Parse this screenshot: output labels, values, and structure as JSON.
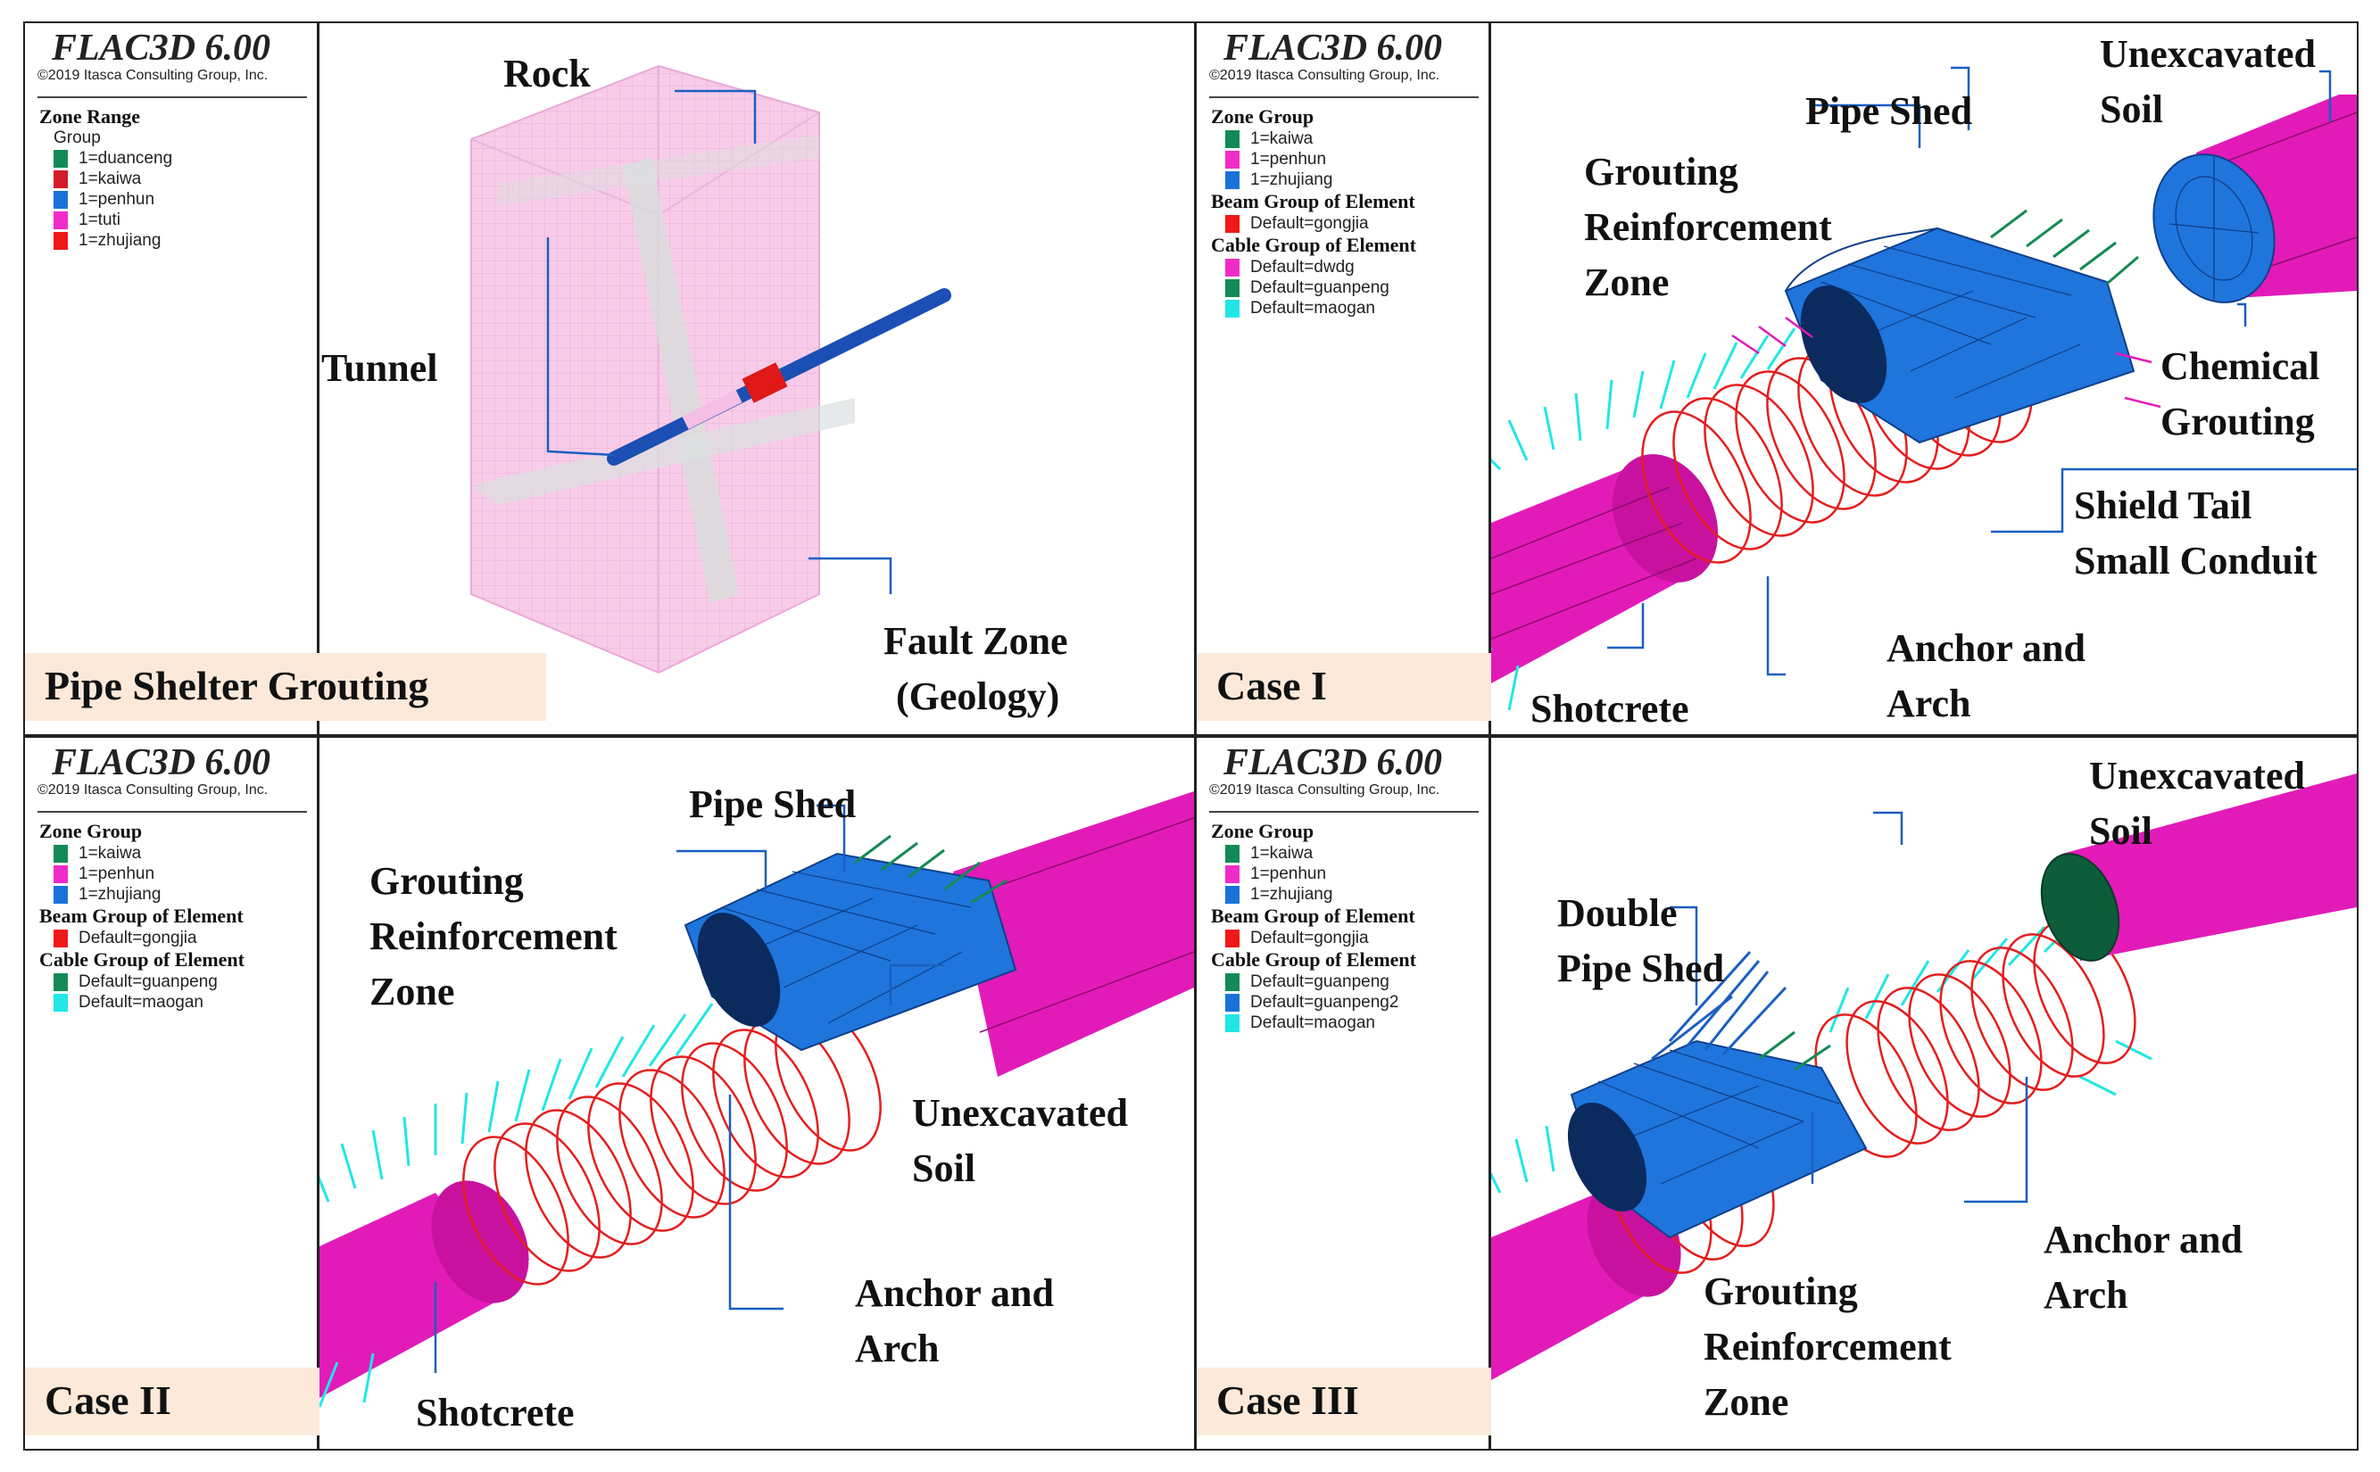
{
  "panels": [
    {
      "title": "FLAC3D 6.00",
      "copyright": "©2019 Itasca Consulting Group, Inc.",
      "legend": [
        {
          "head": "Zone Range"
        },
        {
          "sub": "Group"
        },
        {
          "item": "1=duanceng",
          "color": "#138a55"
        },
        {
          "item": "1=kaiwa",
          "color": "#d41c2a"
        },
        {
          "item": "1=penhun",
          "color": "#1a72d8"
        },
        {
          "item": "1=tuti",
          "color": "#f02cc8"
        },
        {
          "item": "1=zhujiang",
          "color": "#f01818"
        }
      ],
      "tag": "Pipe Shelter Grouting",
      "labels": {
        "rock": "Rock",
        "tunnel": "Tunnel",
        "fault_1": "Fault Zone",
        "fault_2": "(Geology)"
      }
    },
    {
      "title": "FLAC3D 6.00",
      "copyright": "©2019 Itasca Consulting Group, Inc.",
      "legend": [
        {
          "head": "Zone Group"
        },
        {
          "item": "1=kaiwa",
          "color": "#138a55"
        },
        {
          "item": "1=penhun",
          "color": "#f02cc8"
        },
        {
          "item": "1=zhujiang",
          "color": "#1a72d8"
        },
        {
          "head": "Beam Group of Element"
        },
        {
          "item": "Default=gongjia",
          "color": "#f01818"
        },
        {
          "head": "Cable Group of Element"
        },
        {
          "item": "Default=dwdg",
          "color": "#f02cc8"
        },
        {
          "item": "Default=guanpeng",
          "color": "#138a55"
        },
        {
          "item": "Default=maogan",
          "color": "#22e6e6"
        }
      ],
      "tag": "Case I",
      "labels": {
        "pipe_shed": "Pipe Shed",
        "unexcavated_1": "Unexcavated",
        "unexcavated_2": "Soil",
        "grouting_1": "Grouting",
        "grouting_2": "Reinforcement",
        "grouting_3": "Zone",
        "chemical_1": "Chemical",
        "chemical_2": "Grouting",
        "shield_1": "Shield Tail",
        "shield_2": "Small Conduit",
        "anchor_1": "Anchor and",
        "anchor_2": "Arch",
        "shotcrete": "Shotcrete"
      }
    },
    {
      "title": "FLAC3D 6.00",
      "copyright": "©2019 Itasca Consulting Group, Inc.",
      "legend": [
        {
          "head": "Zone Group"
        },
        {
          "item": "1=kaiwa",
          "color": "#138a55"
        },
        {
          "item": "1=penhun",
          "color": "#f02cc8"
        },
        {
          "item": "1=zhujiang",
          "color": "#1a72d8"
        },
        {
          "head": "Beam Group of Element"
        },
        {
          "item": "Default=gongjia",
          "color": "#f01818"
        },
        {
          "head": "Cable Group of Element"
        },
        {
          "item": "Default=guanpeng",
          "color": "#138a55"
        },
        {
          "item": "Default=maogan",
          "color": "#22e6e6"
        }
      ],
      "tag": "Case II",
      "labels": {
        "pipe_shed": "Pipe Shed",
        "grouting_1": "Grouting",
        "grouting_2": "Reinforcement",
        "grouting_3": "Zone",
        "unexcavated_1": "Unexcavated",
        "unexcavated_2": "Soil",
        "anchor_1": "Anchor and",
        "anchor_2": "Arch",
        "shotcrete": "Shotcrete"
      }
    },
    {
      "title": "FLAC3D 6.00",
      "copyright": "©2019 Itasca Consulting Group, Inc.",
      "legend": [
        {
          "head": "Zone Group"
        },
        {
          "item": "1=kaiwa",
          "color": "#138a55"
        },
        {
          "item": "1=penhun",
          "color": "#f02cc8"
        },
        {
          "item": "1=zhujiang",
          "color": "#1a72d8"
        },
        {
          "head": "Beam Group of Element"
        },
        {
          "item": "Default=gongjia",
          "color": "#f01818"
        },
        {
          "head": "Cable Group of Element"
        },
        {
          "item": "Default=guanpeng",
          "color": "#138a55"
        },
        {
          "item": "Default=guanpeng2",
          "color": "#1a72d8"
        },
        {
          "item": "Default=maogan",
          "color": "#22e6e6"
        }
      ],
      "tag": "Case III",
      "labels": {
        "unexcavated_1": "Unexcavated",
        "unexcavated_2": "Soil",
        "double_1": "Double",
        "double_2": "Pipe Shed",
        "anchor_1": "Anchor and",
        "anchor_2": "Arch",
        "grouting_1": "Grouting",
        "grouting_2": "Reinforcement",
        "grouting_3": "Zone"
      }
    }
  ]
}
